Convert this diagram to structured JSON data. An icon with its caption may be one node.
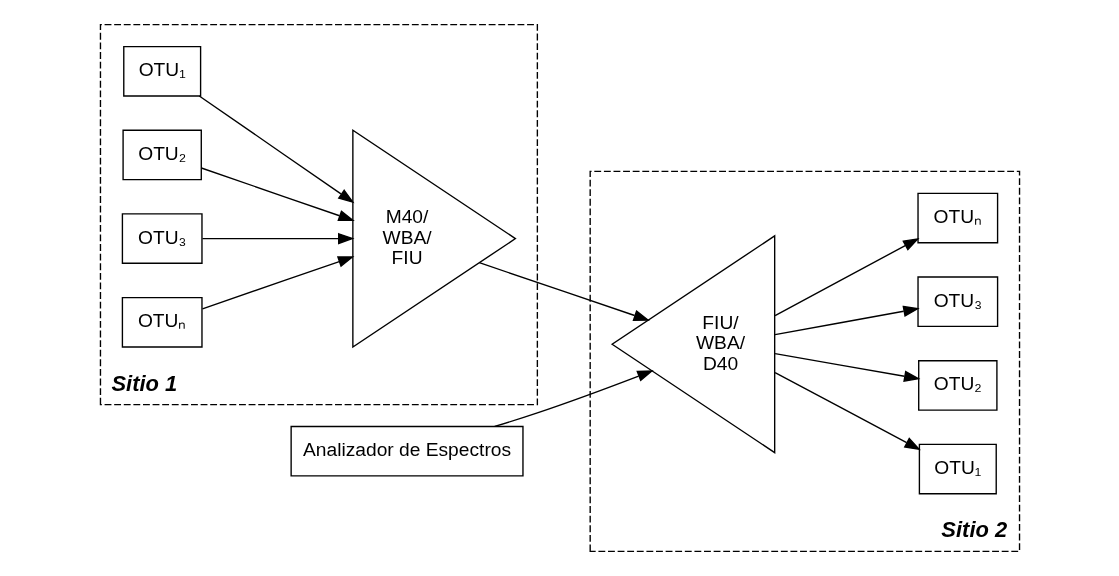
{
  "diagram": {
    "nodes": [
      {
        "text": [
          "Sitio 1"
        ]
      },
      {
        "text": [
          "OTU₁"
        ],
        "in": 0
      },
      {
        "text": [
          "OTU₂"
        ],
        "in": 0
      },
      {
        "text": [
          "OTU₃"
        ],
        "in": 0
      },
      {
        "text": [
          "OTUₙ"
        ],
        "in": 0
      },
      {
        "text": [
          "M40/ WBA/ FIU"
        ],
        "in": 0
      },
      {
        "text": [
          "Sitio 2"
        ]
      },
      {
        "text": [
          "FIU/ WBA/ D40"
        ],
        "in": 6
      },
      {
        "text": [
          "OTU₁"
        ],
        "in": 6
      },
      {
        "text": [
          "OTU₂"
        ],
        "in": 6
      },
      {
        "text": [
          "OTU₃"
        ],
        "in": 6
      },
      {
        "text": [
          "OTUₙ"
        ],
        "in": 6
      },
      {
        "text": [
          "Analizador de Espectros"
        ]
      }
    ],
    "edges": [
      {
        "from": 1,
        "to": 5,
        "arrow": "to"
      },
      {
        "from": 2,
        "to": 5,
        "arrow": "to"
      },
      {
        "from": 3,
        "to": 5,
        "arrow": "to"
      },
      {
        "from": 4,
        "to": 5,
        "arrow": "to"
      },
      {
        "from": 5,
        "to": 7,
        "arrow": "to"
      },
      {
        "from": 12,
        "to": 7,
        "arrow": "to"
      },
      {
        "from": 7,
        "to": 8,
        "arrow": "to"
      },
      {
        "from": 7,
        "to": 9,
        "arrow": "to"
      },
      {
        "from": 7,
        "to": 10,
        "arrow": "to"
      },
      {
        "from": 7,
        "to": 11,
        "arrow": "to"
      }
    ]
  }
}
